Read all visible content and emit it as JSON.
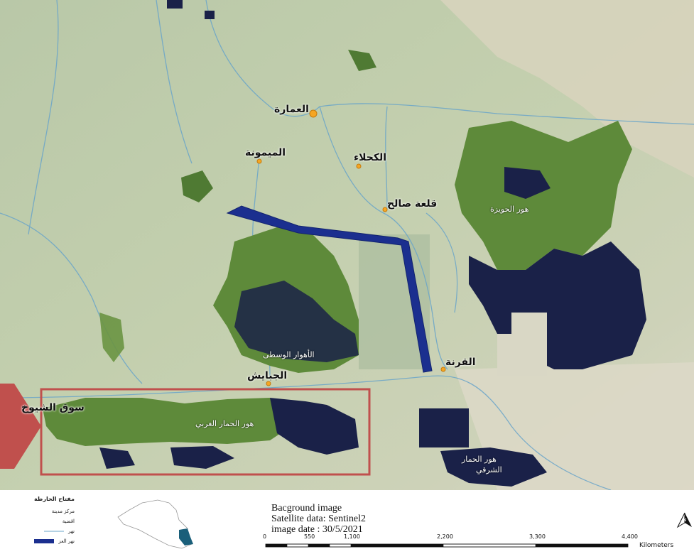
{
  "map": {
    "cities": [
      {
        "name": "العمارة"
      },
      {
        "name": "الميمونة"
      },
      {
        "name": "الكحلاء"
      },
      {
        "name": "قلعة صالح"
      },
      {
        "name": "القرنة"
      },
      {
        "name": "الجبايش"
      },
      {
        "name": "سوق الشيوخ"
      }
    ],
    "marshes": [
      {
        "name": "هور الحويزة"
      },
      {
        "name": "الأهوار الوسطى"
      },
      {
        "name": "هور الحمار الغربي"
      },
      {
        "name": "هور الحمار"
      },
      {
        "name": "الشرقي"
      }
    ]
  },
  "legend": {
    "title": "مفتاح الخارطة",
    "items": [
      {
        "label": "مركز مدينة"
      },
      {
        "label": "اقضية"
      },
      {
        "label": "نهر"
      },
      {
        "label": "نهر العز"
      }
    ]
  },
  "info": {
    "line1": "Bacground image",
    "line2": "Satellite data: Sentinel2",
    "line3": "image date : 30/5/2021"
  },
  "scale": {
    "ticks": [
      "0",
      "550",
      "1,100",
      "2,200",
      "3,300",
      "4,400"
    ],
    "unit": "Kilometers"
  },
  "colors": {
    "marsh_green": "#5e8a3a",
    "water_dark": "#1a2148",
    "canal_blue": "#1b2f8f",
    "highlight_red": "#c0504d",
    "city_orange": "#f5a623"
  }
}
